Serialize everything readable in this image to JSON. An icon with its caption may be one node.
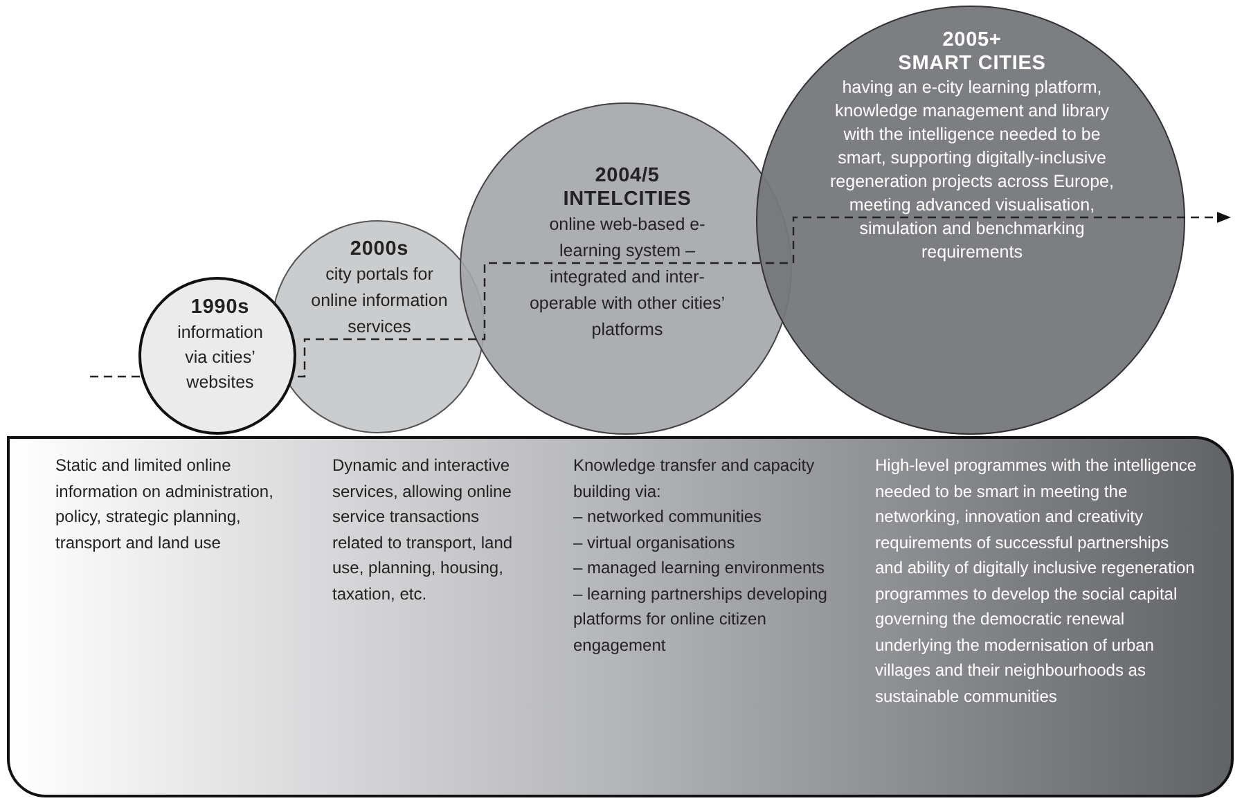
{
  "diagram": {
    "nodes": [
      {
        "text": [
          "1990s",
          "information via cities’ websites"
        ]
      },
      {
        "text": [
          "2000s",
          "city portals for online information services"
        ]
      },
      {
        "text": [
          "2004/5",
          "INTELCITIES",
          "online web-based e-learning system – integrated and inter-operable with other cities’ platforms"
        ]
      },
      {
        "text": [
          "2005+",
          "SMART CITIES",
          "having an e-city learning platform, knowledge management and library with the intelligence needed to be smart, supporting digitally-inclusive regeneration projects across Europe, meeting advanced visualisation, simulation and benchmarking requirements"
        ]
      },
      {
        "text": [
          "Static and limited online information on administration, policy, strategic planning, transport and land use",
          "Dynamic and interactive services, allowing online service transactions related to transport, land use, planning, housing, taxation, etc.",
          "Knowledge transfer and capacity building via:",
          "– networked communities",
          "– virtual organisations",
          "– managed learning environments",
          "– learning partnerships developing platforms for online citizen engagement",
          "High-level programmes with the intelligence needed to be smart in meeting the networking, innovation and creativity requirements of successful partnerships and ability of digitally inclusive regeneration programmes to develop the social capital governing the democratic renewal underlying the modernisation of urban villages and their neighbourhoods as sustainable communities"
        ]
      }
    ],
    "edges": []
  }
}
